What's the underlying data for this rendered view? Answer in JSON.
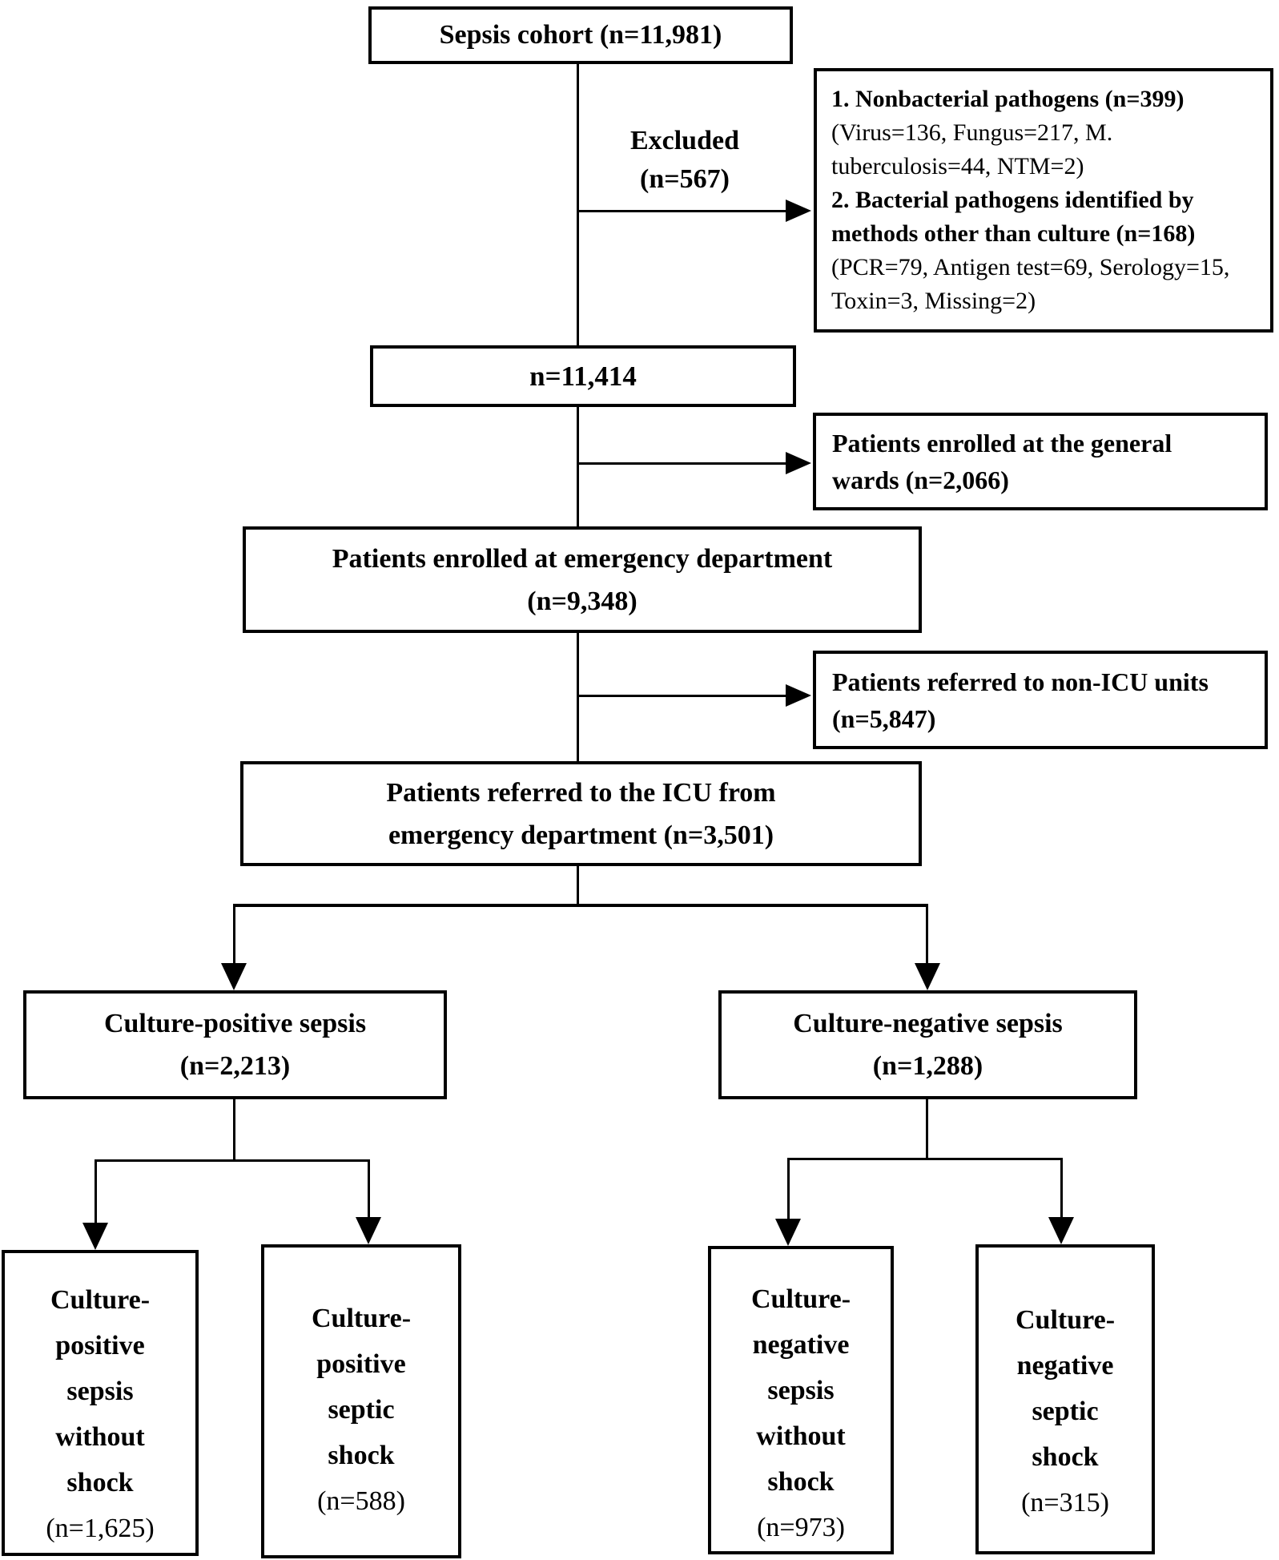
{
  "nodes": {
    "cohort": {
      "label": "Sepsis cohort (n=11,981)"
    },
    "excluded": {
      "label": "Excluded\n(n=567)"
    },
    "exclusion": {
      "item1_title": "1. Nonbacterial pathogens (n=399)",
      "item1_detail": "(Virus=136, Fungus=217, M. tuberculosis=44, NTM=2)",
      "item2_title": "2. Bacterial pathogens identified by methods other than culture (n=168)",
      "item2_detail": "(PCR=79, Antigen test=69, Serology=15, Toxin=3, Missing=2)"
    },
    "after_exclusion": {
      "label": "n=11,414"
    },
    "general_wards": {
      "label": "Patients enrolled at the general\nwards (n=2,066)"
    },
    "emergency": {
      "label": "Patients enrolled at emergency department\n(n=9,348)"
    },
    "non_icu": {
      "label": "Patients referred to non-ICU units\n(n=5,847)"
    },
    "icu": {
      "label": "Patients referred to the ICU from\nemergency department (n=3,501)"
    },
    "culture_positive": {
      "label": "Culture-positive sepsis\n(n=2,213)"
    },
    "culture_negative": {
      "label": "Culture-negative sepsis\n(n=1,288)"
    },
    "cp_without_shock": {
      "label": "Culture-\npositive\nsepsis\nwithout\nshock",
      "count": "(n=1,625)"
    },
    "cp_shock": {
      "label": "Culture-\npositive\nseptic\nshock",
      "count": "(n=588)"
    },
    "cn_without_shock": {
      "label": "Culture-\nnegative\nsepsis\nwithout\nshock",
      "count": "(n=973)"
    },
    "cn_shock": {
      "label": "Culture-\nnegative\nseptic\nshock",
      "count": "(n=315)"
    }
  },
  "colors": {
    "line": "#000000",
    "background": "#ffffff"
  }
}
